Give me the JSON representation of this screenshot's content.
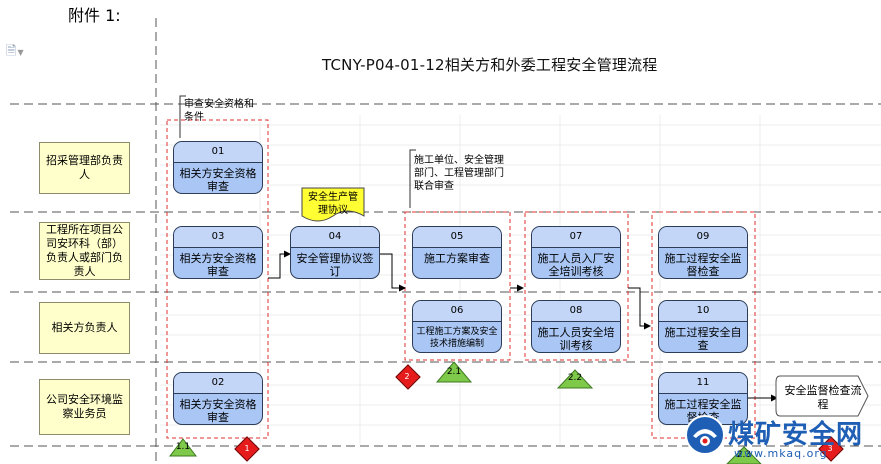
{
  "attachment_label": "附件 1:",
  "title": "TCNY-P04-01-12相关方和外委工程安全管理流程",
  "roles": [
    "招采管理部负责人",
    "工程所在项目公司安环科（部）负责人或部门负责人",
    "相关方负责人",
    "公司安全环境监察业务员"
  ],
  "processes": [
    {
      "num": "01",
      "label": "相关方安全资格审查"
    },
    {
      "num": "02",
      "label": "相关方安全资格审查"
    },
    {
      "num": "03",
      "label": "相关方安全资格审查"
    },
    {
      "num": "04",
      "label": "安全管理协议签订"
    },
    {
      "num": "05",
      "label": "施工方案审查"
    },
    {
      "num": "06",
      "label": "工程施工方案及安全技术措施编制"
    },
    {
      "num": "07",
      "label": "施工人员入厂安全培训考核"
    },
    {
      "num": "08",
      "label": "施工人员安全培训考核"
    },
    {
      "num": "09",
      "label": "施工过程安全监督检查"
    },
    {
      "num": "10",
      "label": "施工过程安全自查"
    },
    {
      "num": "11",
      "label": "施工过程安全监督检查"
    }
  ],
  "notes": {
    "qualification": "审查安全资格和条件",
    "joint_review": "施工单位、安全管理部门、工程管理部门联合审查",
    "agreement_doc": "安全生产管理协议"
  },
  "end_process": "安全监督检查流程",
  "markers": {
    "diamond_1": "1",
    "diamond_2": "2",
    "diamond_3": "3",
    "triangle_1": "1.1",
    "triangle_2": "2.1",
    "triangle_3": "2.2",
    "triangle_4": "2.3"
  },
  "watermark": {
    "text": "煤矿安全网",
    "url": "www.mkaq.org"
  },
  "colors": {
    "role_fill": "#ffffcc",
    "process_fill": "#a9c6f5",
    "group_border": "#e03030",
    "note_fill": "#ffff33",
    "risk_marker": "#e61c1c",
    "control_marker": "#7ec84a",
    "watermark": "#1e5fb5"
  }
}
